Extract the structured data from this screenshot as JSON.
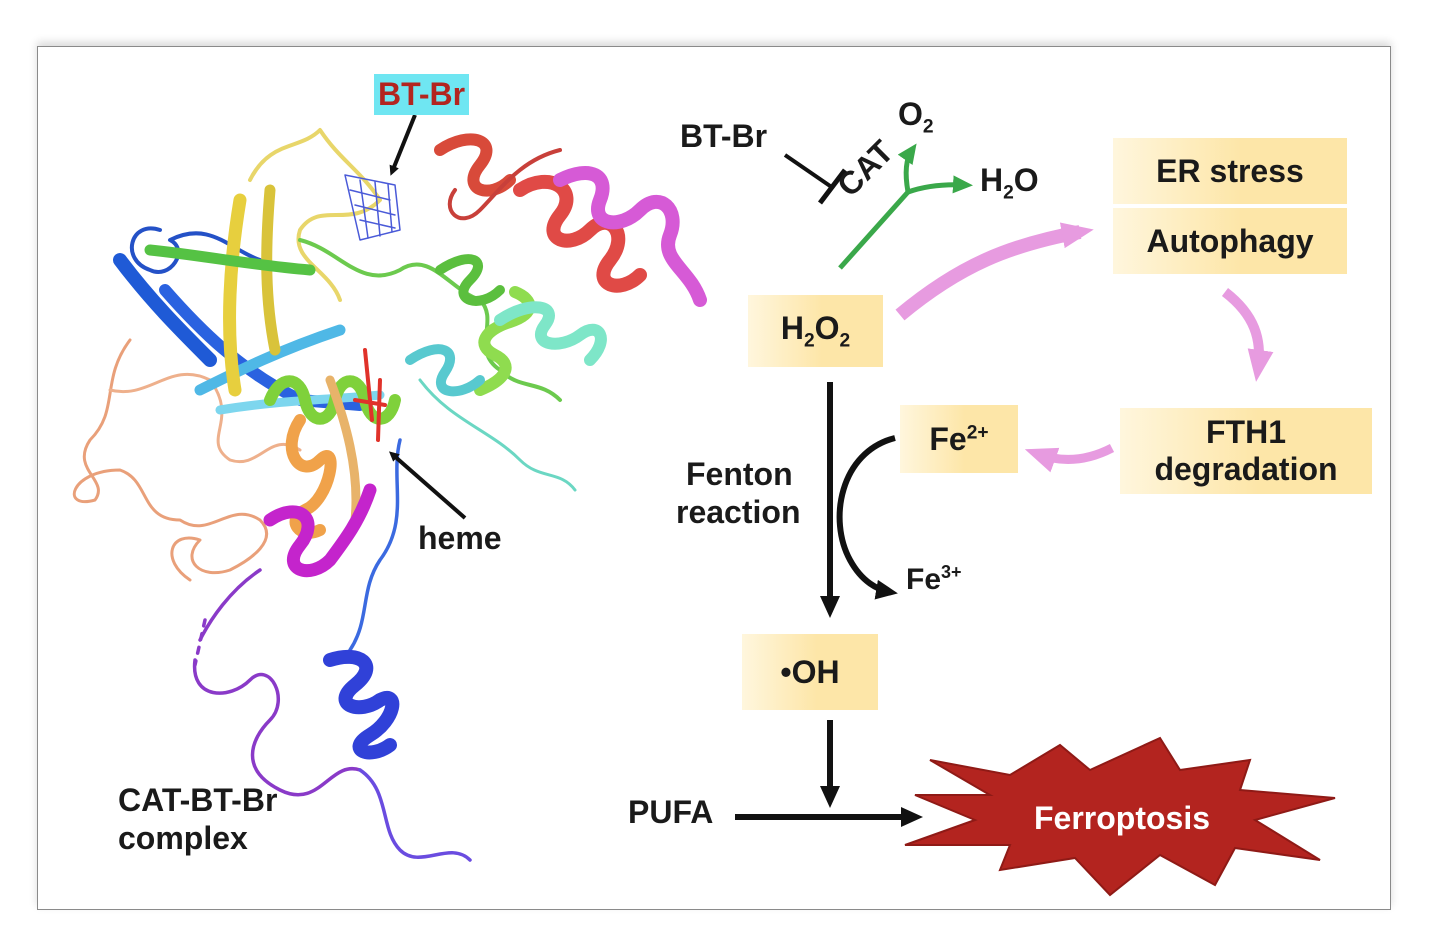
{
  "left_panel": {
    "ligand_label": "BT-Br",
    "heme_label": "heme",
    "complex_label_line1": "CAT-BT-Br",
    "complex_label_line2": "complex"
  },
  "pathway": {
    "inhibitor_label": "BT-Br",
    "enzyme_label": "CAT",
    "o2_base": "O",
    "o2_sub": "2",
    "h2o_h": "H",
    "h2o_sub": "2",
    "h2o_o": "O",
    "h2o2_h": "H",
    "h2o2_sub1": "2",
    "h2o2_o": "O",
    "h2o2_sub2": "2",
    "er_stress": "ER stress",
    "autophagy": "Autophagy",
    "fth1_line1": "FTH1",
    "fth1_line2": "degradation",
    "fe2_base": "Fe",
    "fe2_sup": "2+",
    "fe3_base": "Fe",
    "fe3_sup": "3+",
    "fenton_line1": "Fenton",
    "fenton_line2": "reaction",
    "oh_radical": "•OH",
    "pufa": "PUFA",
    "ferroptosis": "Ferroptosis"
  },
  "colors": {
    "box_fill": "#fde6a8",
    "cat_green": "#3aa84a",
    "pink_arrow": "#e79be0",
    "ferroptosis_red": "#b3241f",
    "ligand_highlight": "#6fe6f2",
    "ligand_text": "#b3241f"
  }
}
